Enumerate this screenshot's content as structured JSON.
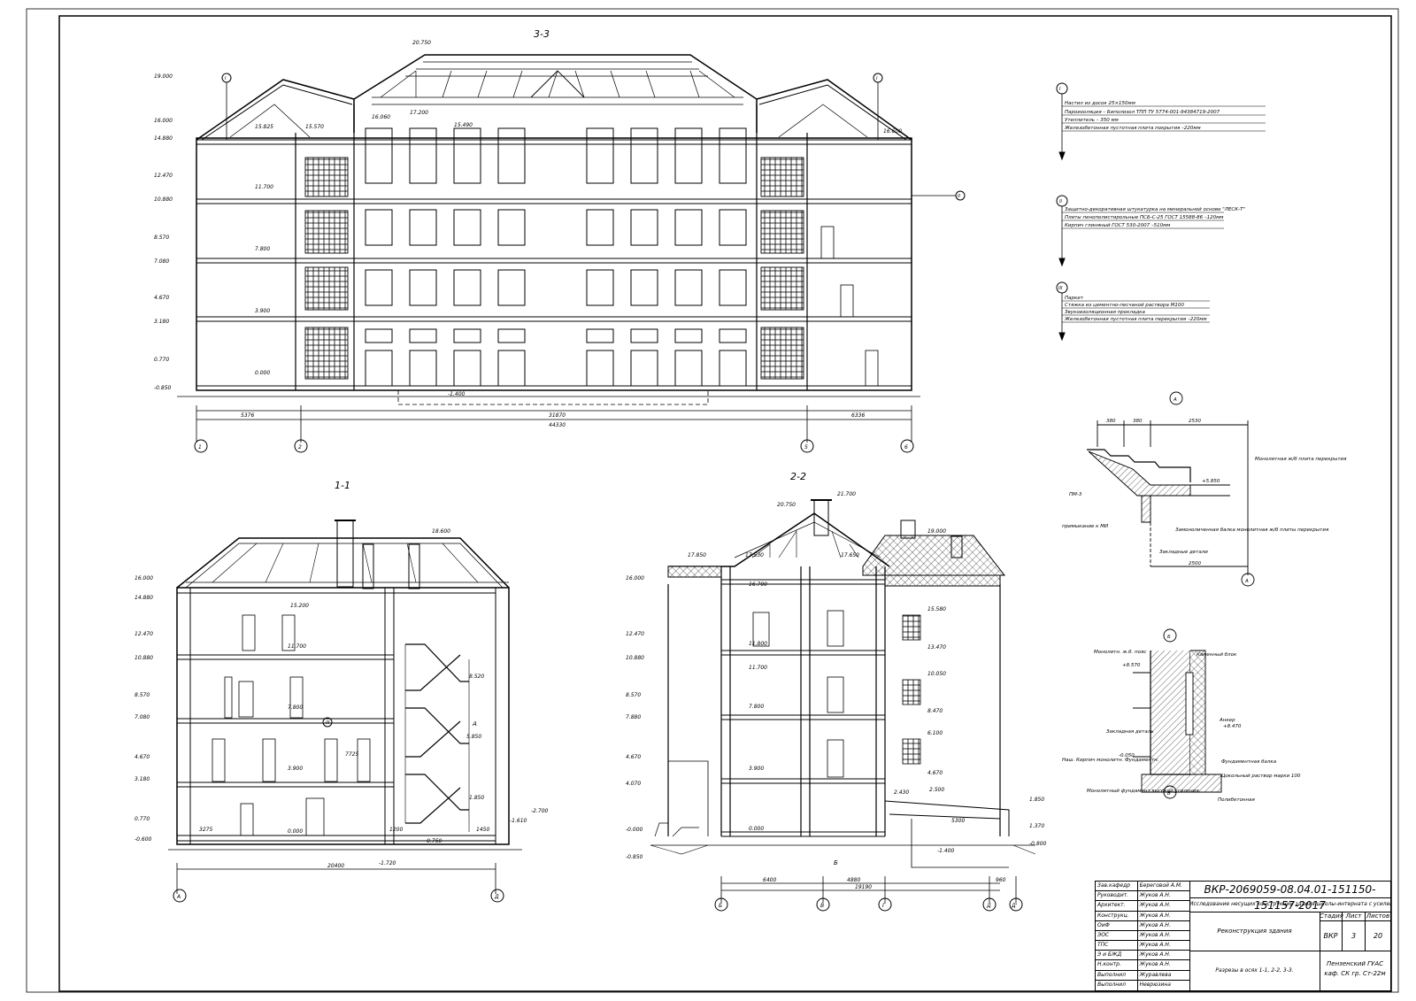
{
  "sections": {
    "s33": {
      "title": "3-3",
      "levels": [
        "19.000",
        "16.000",
        "14.880",
        "12.470",
        "10.880",
        "8.570",
        "7.080",
        "4.670",
        "3.180",
        "0.770",
        "-0.850"
      ],
      "marks": [
        "20.750",
        "15.825",
        "15.570",
        "17.200",
        "15.490",
        "16.600",
        "11.700",
        "7.800",
        "3.900",
        "0.000",
        "-1.400",
        "16.060"
      ],
      "dims": [
        "5376",
        "31870",
        "6336",
        "44330"
      ],
      "axes": [
        "1",
        "2",
        "5",
        "6"
      ],
      "callouts": [
        "I",
        "I",
        "II",
        "III"
      ]
    },
    "s11": {
      "title": "1-1",
      "levels": [
        "16.000",
        "14.880",
        "12.470",
        "10.880",
        "8.570",
        "7.080",
        "4.670",
        "3.180",
        "0.770",
        "-0.600"
      ],
      "marks": [
        "18.600",
        "15.200",
        "11.700",
        "7.800",
        "3.900",
        "0.000",
        "8.520",
        "5.850",
        "1.850",
        "-2.700",
        "-1.720",
        "-0.750",
        "-1.610"
      ],
      "dims": [
        "1450",
        "7725",
        "3275",
        "1200",
        "20400"
      ],
      "axes": [
        "А",
        "Д"
      ],
      "labels": [
        "III",
        "А"
      ]
    },
    "s22": {
      "title": "2-2",
      "levels": [
        "16.000",
        "12.470",
        "10.880",
        "8.570",
        "7.880",
        "4.670",
        "4.070",
        "-0.000",
        "-0.850"
      ],
      "marks": [
        "20.750",
        "21.700",
        "19.000",
        "17.850",
        "17.530",
        "17.650",
        "16.700",
        "11.800",
        "11.700",
        "7.800",
        "3.900",
        "0.000",
        "15.580",
        "13.470",
        "10.050",
        "8.470",
        "6.100",
        "4.670",
        "2.430",
        "2.500",
        "1.850",
        "1.370",
        "-0.800",
        "-1.400"
      ],
      "dims": [
        "6400",
        "4880",
        "5300",
        "19190",
        "960"
      ],
      "axes": [
        "Б",
        "В",
        "Г",
        "Д",
        "Д'"
      ],
      "labels": [
        "Б"
      ]
    }
  },
  "legend": {
    "I": {
      "tag": "I",
      "lines": [
        "Настил из досок 25×150мм",
        "Пароизоляция – Биполизол ТПП ТУ 5774-001-94384719-2007",
        "Утеплитель – 350 мм",
        "Железобетонная пустотная плита покрытия  –220мм"
      ]
    },
    "II": {
      "tag": "II",
      "lines": [
        "Защитно-декоративная штукатурка на минеральной основе \"ЛЕСК-Т\"",
        "Плиты пенополистирольные ПСБ-С-25 ГОСТ 15588-86  –120мм",
        "Кирпич глиняный ГОСТ 530-2007  –510мм"
      ]
    },
    "III": {
      "tag": "III",
      "lines": [
        "Паркет",
        "Стяжка из цементно-песчаной раствора М100",
        "Звукоизоляционная прокладка",
        "Железобетонная пустотная плита перекрытия –220мм"
      ]
    }
  },
  "detailA": {
    "tag": "А",
    "dims": [
      "380",
      "380",
      "2530",
      "2500"
    ],
    "marks": [
      "+5.850",
      "ПМ-3"
    ],
    "notes": [
      "Монолитная ж/б плита перекрытия",
      "Замоноличенная балка монолитная ж/б плиты перекрытия",
      "примыкание к МИ",
      "Закладные детали"
    ]
  },
  "detailB": {
    "tag": "Б",
    "tag2": "В",
    "marks": [
      "+8.570",
      "+8.470",
      "-0.050"
    ],
    "notes": [
      "Монолитн. ж.б. пояс",
      "Каменный блок",
      "Анкер",
      "Закладная деталь",
      "Фундаментная балка",
      "Цокольный раствор марки 100",
      "Наш. Кирпич монолитн. Фундаментн.",
      "Монолитный фундамент высокой усиления",
      "Полибетонная"
    ]
  },
  "titleBlock": {
    "code": "ВКР-2069059-08.04.01-151150-151157-2017",
    "description": "Исследование несущих конструкций здания школы-интерната с усилением",
    "project": "Реконструкция здания",
    "sheetName": "Разрезы в осях 1-1, 2-2, 3-3.",
    "stage_h": "Стадия",
    "sheet_h": "Лист",
    "sheets_h": "Листов",
    "stage": "ВКР",
    "sheet": "3",
    "sheets": "20",
    "org": "Пензенский ГУАС",
    "group": "каф. СК гр. Ст-22м",
    "roles": [
      {
        "role": "Зав.кафедр",
        "name": "Береговой А.М."
      },
      {
        "role": "Руководит.",
        "name": "Жуков А.Н."
      },
      {
        "role": "Архитект.",
        "name": "Жуков А.Н."
      },
      {
        "role": "Конструкц.",
        "name": "Жуков А.Н."
      },
      {
        "role": "ОиФ",
        "name": "Жуков А.Н."
      },
      {
        "role": "ЭОС",
        "name": "Жуков А.Н."
      },
      {
        "role": "ТПС",
        "name": "Жуков А.Н."
      },
      {
        "role": "Э и БЖД",
        "name": "Жуков А.Н."
      },
      {
        "role": "Н.контр.",
        "name": "Жуков А.Н."
      },
      {
        "role": "Выполнил",
        "name": "Журавлева"
      },
      {
        "role": "Выполнил",
        "name": "Неврюзина"
      }
    ]
  }
}
